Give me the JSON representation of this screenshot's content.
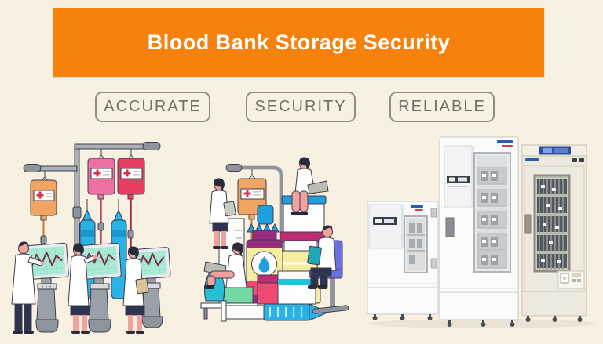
{
  "banner": {
    "title": "Blood Bank Storage Security"
  },
  "features": [
    {
      "label": "ACCURATE"
    },
    {
      "label": "SECURITY"
    },
    {
      "label": "RELIABLE"
    }
  ],
  "illustrations": {
    "left": "medical staff monitoring blood bags on waveform screens",
    "middle": "medical staff working around giant lab bottles and syringe",
    "right": "three blood bank refrigerators"
  },
  "colors": {
    "bg": "#F8F1E2",
    "banner": "#F6820D",
    "banner-text": "#FFFFFF",
    "feature-border": "#8F8E85",
    "feature-text": "#6F6F67",
    "bag-orange": "#F0A662",
    "bag-pink": "#EE70A3",
    "bag-red": "#E73E61",
    "cross-red": "#D5334C",
    "pole-gray": "#ABB0B6",
    "pole-dark": "#8E949B",
    "syringe-blue": "#29B2E5",
    "syringe-dark": "#1E96CC",
    "screen-mint": "#A9EAD6",
    "wave-red": "#7B3048",
    "skin": "#F2A29C",
    "hair": "#2A2A38",
    "navy": "#2E3350",
    "stand-gray": "#9AA0A7",
    "bottle-purple": "#962B80",
    "label-yellow": "#F7ECA0",
    "cap-blue": "#1F9FDC",
    "teal": "#27BFD7",
    "green": "#72D9A5",
    "pink-red": "#EF4A72",
    "magenta": "#C02C74",
    "chair-blue": "#6B6FE0",
    "fridge-beige": "#EDE9DC",
    "brand-blue": "#2A5BB8"
  }
}
